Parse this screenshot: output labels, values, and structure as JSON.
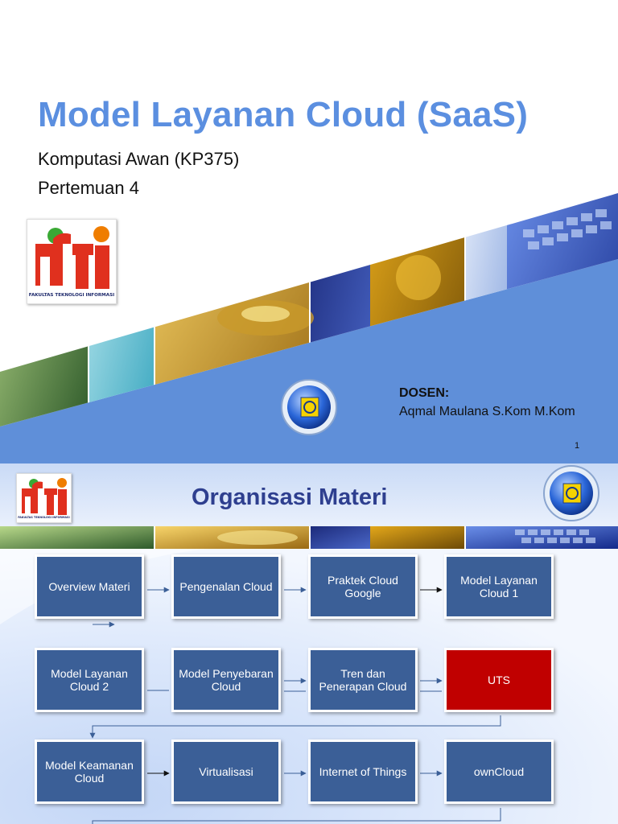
{
  "slide1": {
    "title": "Model Layanan Cloud (SaaS)",
    "subtitle_course": "Komputasi Awan (KP375)",
    "subtitle_meeting": "Pertemuan 4",
    "logo_text": "FAKULTAS TEKNOLOGI INFORMASI",
    "lecturer_label": "DOSEN:",
    "lecturer_name": "Aqmal Maulana S.Kom M.Kom",
    "page_number": "1"
  },
  "slide2": {
    "title": "Organisasi Materi",
    "logo_text": "FAKULTAS TEKNOLOGI INFORMASI",
    "flow": [
      "Overview Materi",
      "Pengenalan Cloud",
      "Praktek Cloud Google",
      "Model Layanan Cloud 1",
      "Model Layanan Cloud 2",
      "Model Penyebaran Cloud",
      "Tren dan Penerapan Cloud",
      "UTS",
      "Model Keamanan Cloud",
      "Virtualisasi",
      "Internet of Things",
      "ownCloud"
    ],
    "highlight_item": "UTS"
  },
  "colors": {
    "title_blue": "#5b8fe0",
    "slide_band_blue": "#5f8fd9",
    "box_blue": "#3b5f97",
    "box_red": "#c00000",
    "heading_navy": "#2e3f8f",
    "logo_red": "#e0301e",
    "logo_green": "#3aa935",
    "logo_orange": "#ef7d00"
  }
}
